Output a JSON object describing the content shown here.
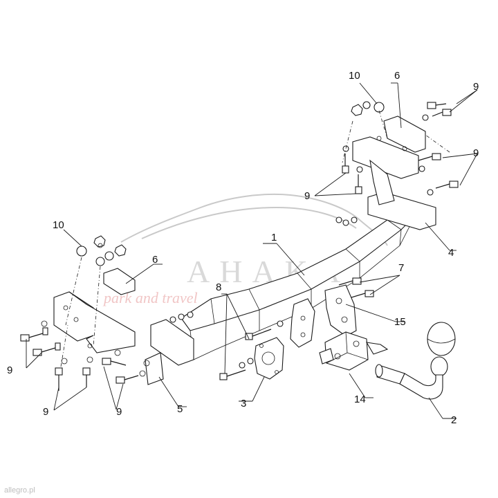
{
  "watermark": {
    "brand": "AHAKA",
    "tagline": "park and travel",
    "corner_stamp": "allegro.pl"
  },
  "callouts": {
    "c1": "1",
    "c2": "2",
    "c3": "3",
    "c4": "4",
    "c5": "5",
    "c6_left": "6",
    "c6_right": "6",
    "c7": "7",
    "c8": "8",
    "c9_left_top": "9",
    "c9_left_bottom": "9",
    "c9_center_bottom": "9",
    "c9_center": "9",
    "c9_right_top": "9",
    "c9_right_mid": "9",
    "c10_left": "10",
    "c10_right": "10",
    "c14": "14",
    "c15": "15"
  }
}
